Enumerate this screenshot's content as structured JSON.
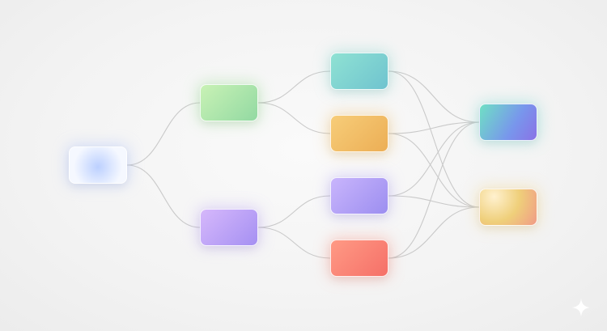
{
  "diagram": {
    "nodes": [
      {
        "id": "n0",
        "layer": 0,
        "gradient": [
          "#f5f8ff",
          "#bcd0ff"
        ],
        "glow": "#9fbaff"
      },
      {
        "id": "n1",
        "layer": 1,
        "gradient": [
          "#c9f2b5",
          "#92d9a2"
        ],
        "glow": "#8fd98a"
      },
      {
        "id": "n2",
        "layer": 1,
        "gradient": [
          "#d6b8fb",
          "#a590f2"
        ],
        "glow": "#b49cf5"
      },
      {
        "id": "n3",
        "layer": 2,
        "gradient": [
          "#8fe2d3",
          "#6fc3cf"
        ],
        "glow": "#7cd3cb"
      },
      {
        "id": "n4",
        "layer": 2,
        "gradient": [
          "#f7cd79",
          "#ecae55"
        ],
        "glow": "#f0bb62"
      },
      {
        "id": "n5",
        "layer": 2,
        "gradient": [
          "#c9b5fc",
          "#9c8ef0"
        ],
        "glow": "#ad9df4"
      },
      {
        "id": "n6",
        "layer": 2,
        "gradient": [
          "#ff9a85",
          "#f57068"
        ],
        "glow": "#fb8a78"
      },
      {
        "id": "n7",
        "layer": 3,
        "gradient": [
          "#6fe0c4",
          "#7896ec",
          "#8a72e6"
        ],
        "glow": "#6ed8d0"
      },
      {
        "id": "n8",
        "layer": 3,
        "gradient": [
          "#fff1cf",
          "#efcf7a",
          "#f09a86"
        ],
        "glow": "#f6d27a"
      }
    ],
    "edges": [
      [
        "n0",
        "n1"
      ],
      [
        "n0",
        "n2"
      ],
      [
        "n1",
        "n3"
      ],
      [
        "n1",
        "n4"
      ],
      [
        "n2",
        "n5"
      ],
      [
        "n2",
        "n6"
      ],
      [
        "n3",
        "n7"
      ],
      [
        "n3",
        "n8"
      ],
      [
        "n4",
        "n7"
      ],
      [
        "n4",
        "n8"
      ],
      [
        "n5",
        "n7"
      ],
      [
        "n5",
        "n8"
      ],
      [
        "n6",
        "n7"
      ],
      [
        "n6",
        "n8"
      ]
    ],
    "edge_color": "#c9c9c9",
    "background": "#f3f3f3",
    "watermark": "sparkle-icon"
  }
}
